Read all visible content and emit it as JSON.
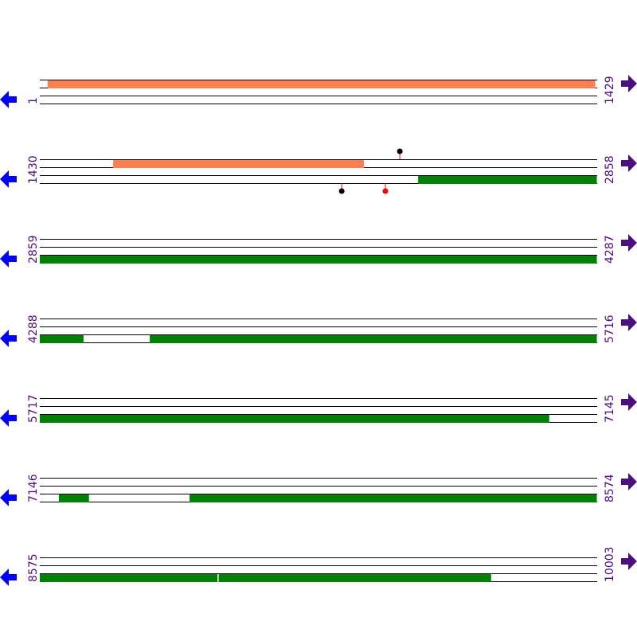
{
  "colors": {
    "strand_line": "#000000",
    "top_feature": "#ff7f50",
    "bottom_feature": "#008000",
    "label": "#4b0f7e",
    "left_arrow": "#0000ff",
    "right_arrow": "#4b0f7e",
    "marker_stem": "#ff0000"
  },
  "icons": {
    "left": "arrow-left-icon",
    "right": "arrow-right-icon"
  },
  "bases_per_row": 1429,
  "rows": [
    {
      "start_label": "1",
      "end_label": "1429",
      "start": 1,
      "top_features": [
        [
          21,
          1425
        ]
      ],
      "bottom_features": [],
      "markers": [],
      "ticks": []
    },
    {
      "start_label": "1430",
      "end_label": "2858",
      "start": 1430,
      "top_features": [
        [
          1618,
          2261
        ]
      ],
      "bottom_features": [
        [
          2400,
          2858
        ]
      ],
      "markers": [
        {
          "pos": 2353,
          "strand": "top",
          "color": "#000000"
        },
        {
          "pos": 2204,
          "strand": "bottom",
          "color": "#000000"
        },
        {
          "pos": 2316,
          "strand": "bottom",
          "color": "#ff0000"
        }
      ],
      "ticks": []
    },
    {
      "start_label": "2859",
      "end_label": "4287",
      "start": 2859,
      "top_features": [],
      "bottom_features": [
        [
          2859,
          4287
        ]
      ],
      "markers": [],
      "ticks": []
    },
    {
      "start_label": "4288",
      "end_label": "5716",
      "start": 4288,
      "top_features": [],
      "bottom_features": [
        [
          4288,
          4400
        ],
        [
          4570,
          5716
        ]
      ],
      "markers": [],
      "ticks": []
    },
    {
      "start_label": "5717",
      "end_label": "7145",
      "start": 5717,
      "top_features": [],
      "bottom_features": [
        [
          5717,
          7023
        ]
      ],
      "markers": [],
      "ticks": []
    },
    {
      "start_label": "7146",
      "end_label": "8574",
      "start": 7146,
      "top_features": [],
      "bottom_features": [
        [
          7195,
          7272
        ],
        [
          7530,
          8574
        ]
      ],
      "markers": [],
      "ticks": []
    },
    {
      "start_label": "8575",
      "end_label": "10003",
      "start": 8575,
      "top_features": [],
      "bottom_features": [
        [
          8575,
          9732
        ]
      ],
      "markers": [],
      "ticks": [
        9032
      ]
    }
  ]
}
